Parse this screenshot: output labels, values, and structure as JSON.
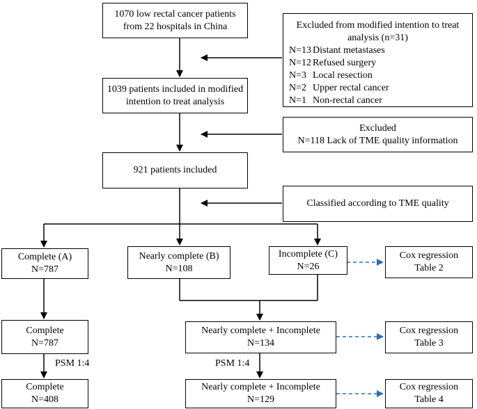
{
  "start": {
    "lines": [
      "1070 low rectal cancer patients",
      "from 22 hospitals in China"
    ]
  },
  "exclusion1": {
    "title_lines": [
      "Excluded from modified intention to treat",
      "analysis (n=31)"
    ],
    "items": [
      {
        "count": "N=13",
        "reason": "Distant metastases"
      },
      {
        "count": "N=12",
        "reason": "Refused surgery"
      },
      {
        "count": "N=3",
        "reason": "Local resection"
      },
      {
        "count": "N=2",
        "reason": "Upper rectal cancer"
      },
      {
        "count": "N=1",
        "reason": "Non-rectal cancer"
      }
    ]
  },
  "mitt": {
    "lines": [
      "1039 patients included in modified",
      "intention to treat analysis"
    ]
  },
  "exclusion2": {
    "lines": [
      "Excluded",
      "N=118 Lack of TME quality information"
    ]
  },
  "included": {
    "text": "921 patients included"
  },
  "classified": {
    "text": "Classified according to TME quality"
  },
  "groups": [
    {
      "name": "Complete (A)",
      "n": "N=787"
    },
    {
      "name": "Nearly complete (B)",
      "n": "N=108"
    },
    {
      "name": "Incomplete  (C)",
      "n": "N=26"
    }
  ],
  "cox": [
    {
      "title": "Cox regression",
      "table": "Table 2"
    },
    {
      "title": "Cox regression",
      "table": "Table 3"
    },
    {
      "title": "Cox regression",
      "table": "Table 4"
    }
  ],
  "complete_row2": {
    "name": "Complete",
    "n": "N=787"
  },
  "combined_row2": {
    "name": "Nearly complete + Incomplete",
    "n": "N=134"
  },
  "psm_label": "PSM 1:4",
  "complete_row3": {
    "name": "Complete",
    "n": "N=408"
  },
  "combined_row3": {
    "name": "Nearly complete + Incomplete",
    "n": "N=129"
  }
}
